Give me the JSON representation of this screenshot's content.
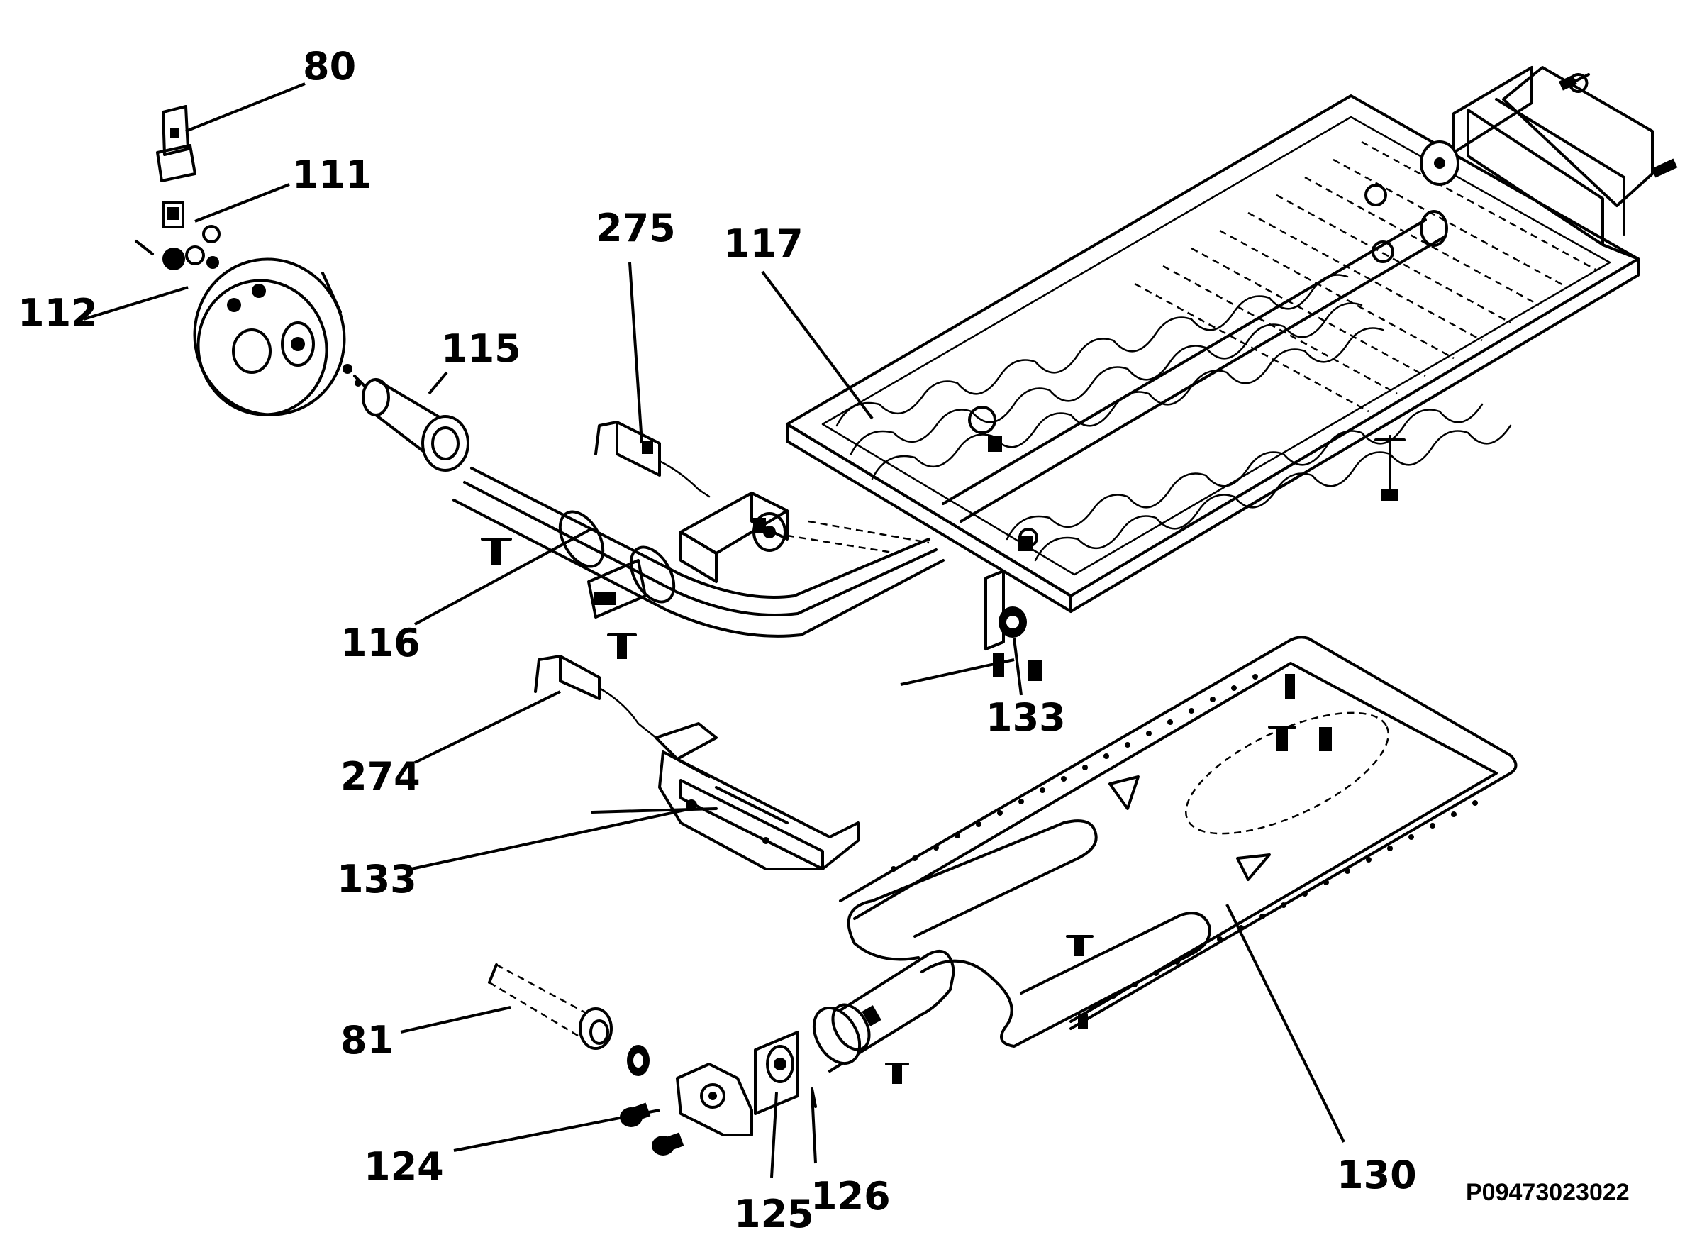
{
  "labels": {
    "l80": "80",
    "l111": "111",
    "l112": "112",
    "l115": "115",
    "l275": "275",
    "l117": "117",
    "l116": "116",
    "l133a": "133",
    "l274": "274",
    "l133b": "133",
    "l81": "81",
    "l124": "124",
    "l125": "125",
    "l126": "126",
    "l130": "130"
  },
  "drawing_code": "P09473023022"
}
